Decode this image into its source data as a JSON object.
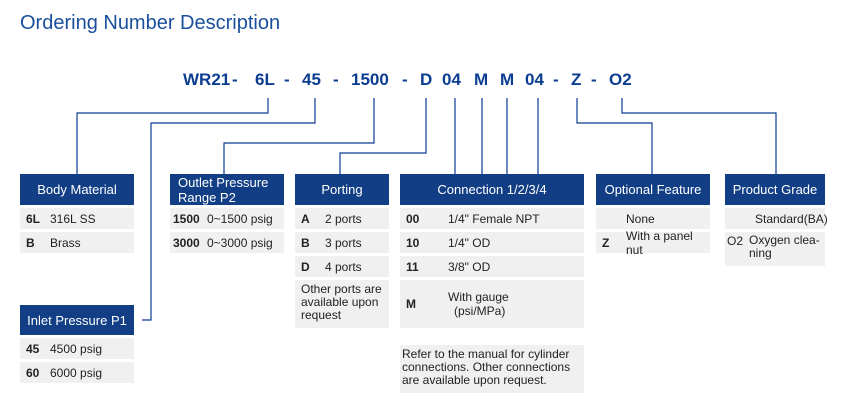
{
  "title": "Ordering Number Description",
  "code": {
    "seg1": "WR21",
    "sep1": "-",
    "seg2": "6L",
    "sep2": "-",
    "seg3": "45",
    "sep3": "-",
    "seg4": "1500",
    "sep4": "-",
    "seg5": "D",
    "seg6": "04",
    "seg7": "M",
    "seg8": "M",
    "seg9": "04",
    "sep5": "-",
    "seg10": "Z",
    "sep6": "-",
    "seg11": "O2"
  },
  "body_material": {
    "header": "Body Material",
    "rows": [
      {
        "code": "6L",
        "desc": "316L SS"
      },
      {
        "code": "B",
        "desc": "Brass"
      }
    ]
  },
  "inlet_pressure": {
    "header": "Inlet Pressure P1",
    "rows": [
      {
        "code": "45",
        "desc": "4500 psig"
      },
      {
        "code": "60",
        "desc": "6000 psig"
      }
    ]
  },
  "outlet_pressure": {
    "header_line1": "Outlet Pressure",
    "header_line2": "Range P2",
    "rows": [
      {
        "code": "1500",
        "desc": "0~1500 psig"
      },
      {
        "code": "3000",
        "desc": "0~3000 psig"
      }
    ]
  },
  "porting": {
    "header": "Porting",
    "rows": [
      {
        "code": "A",
        "desc": "2 ports"
      },
      {
        "code": "B",
        "desc": "3 ports"
      },
      {
        "code": "D",
        "desc": "4 ports"
      }
    ],
    "note_line1": "Other ports are",
    "note_line2": "available upon",
    "note_line3": "request"
  },
  "connection": {
    "header": "Connection  1/2/3/4",
    "rows": [
      {
        "code": "00",
        "desc": "1/4\" Female NPT"
      },
      {
        "code": "10",
        "desc": "1/4\" OD"
      },
      {
        "code": "11",
        "desc": "3/8\" OD"
      }
    ],
    "gauge_code": "M",
    "gauge_line1": "With gauge",
    "gauge_line2": "(psi/MPa)",
    "note_line1": "Refer to the manual for cylinder",
    "note_line2": "connections. Other connections",
    "note_line3": "are available upon request."
  },
  "optional_feature": {
    "header": "Optional Feature",
    "rows": [
      {
        "code": "",
        "desc": "None"
      },
      {
        "code": "Z",
        "desc": "With a panel nut"
      }
    ]
  },
  "product_grade": {
    "header": "Product Grade",
    "rows": [
      {
        "code": "",
        "desc": "Standard(BA)"
      }
    ],
    "o2_code": "O2",
    "o2_line1": "Oxygen clea-",
    "o2_line2": "ning"
  },
  "colors": {
    "header_bg": "#123e85",
    "code_text": "#0b3d91",
    "title_text": "#1a4f9c",
    "row_bg": "#f0f0f0",
    "line": "#0b3d91"
  }
}
